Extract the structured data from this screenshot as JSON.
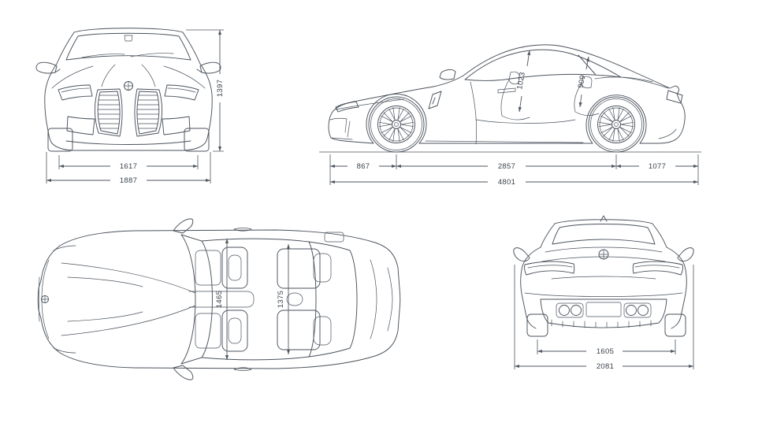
{
  "diagram": {
    "background": "#ffffff",
    "line_color": "#4a525c",
    "text_color": "#3b434c",
    "views": {
      "front": {
        "height": "1397",
        "track_front": "1617",
        "overall_width": "1887"
      },
      "side": {
        "headroom_front": "1023",
        "headroom_rear": "909",
        "front_overhang": "867",
        "wheelbase": "2857",
        "rear_overhang": "1077",
        "overall_length": "4801"
      },
      "top": {
        "shoulder_width_front": "1465",
        "shoulder_width_rear": "1375"
      },
      "rear": {
        "track_rear": "1605",
        "width_incl_mirrors": "2081"
      }
    }
  }
}
